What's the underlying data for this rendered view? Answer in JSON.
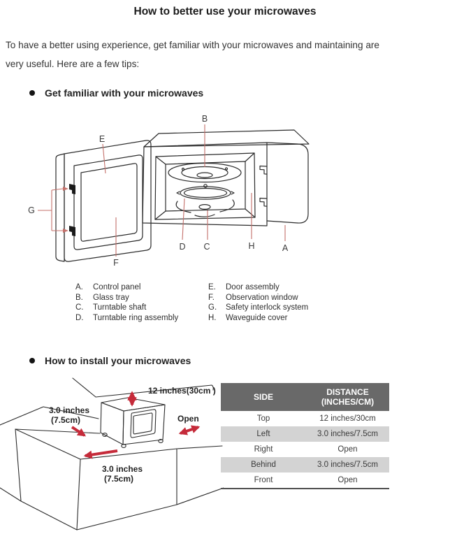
{
  "document": {
    "title": "How to better use your microwaves",
    "intro_line1": "To have a better using experience, get familiar with your microwaves and maintaining are",
    "intro_line2": "very useful. Here are a few tips:",
    "section1_heading": "Get familiar with your microwaves",
    "section2_heading": "How to install your microwaves"
  },
  "parts_diagram": {
    "labels": {
      "a": "A",
      "b": "B",
      "c": "C",
      "d": "D",
      "e": "E",
      "f": "F",
      "g": "G",
      "h": "H"
    },
    "leader_color": "#c4706a",
    "line_color": "#2b2b2b"
  },
  "parts_list": {
    "left": [
      {
        "key": "A.",
        "name": "Control panel"
      },
      {
        "key": "B.",
        "name": "Glass tray"
      },
      {
        "key": "C.",
        "name": "Turntable shaft"
      },
      {
        "key": "D.",
        "name": "Turntable ring assembly"
      }
    ],
    "right": [
      {
        "key": "E.",
        "name": "Door assembly"
      },
      {
        "key": "F.",
        "name": "Observation window"
      },
      {
        "key": "G.",
        "name": "Safety interlock system"
      },
      {
        "key": "H.",
        "name": "Waveguide cover"
      }
    ]
  },
  "install_diagram": {
    "top_clearance": "12 inches(30cm )",
    "left_clearance_line1": "3.0 inches",
    "left_clearance_line2": "(7.5cm)",
    "right_clearance": "Open",
    "behind_clearance_line1": "3.0 inches",
    "behind_clearance_line2": "(7.5cm)",
    "arrow_color": "#c52b3a"
  },
  "distance_table": {
    "col1_header": "SIDE",
    "col2_header_line1": "DISTANCE",
    "col2_header_line2": "(INCHES/CM)",
    "header_bg": "#696969",
    "stripe_bg": "#d3d3d3",
    "rows": [
      {
        "side": "Top",
        "distance": "12 inches/30cm"
      },
      {
        "side": "Left",
        "distance": "3.0 inches/7.5cm"
      },
      {
        "side": "Right",
        "distance": "Open"
      },
      {
        "side": "Behind",
        "distance": "3.0 inches/7.5cm"
      },
      {
        "side": "Front",
        "distance": "Open"
      }
    ]
  }
}
